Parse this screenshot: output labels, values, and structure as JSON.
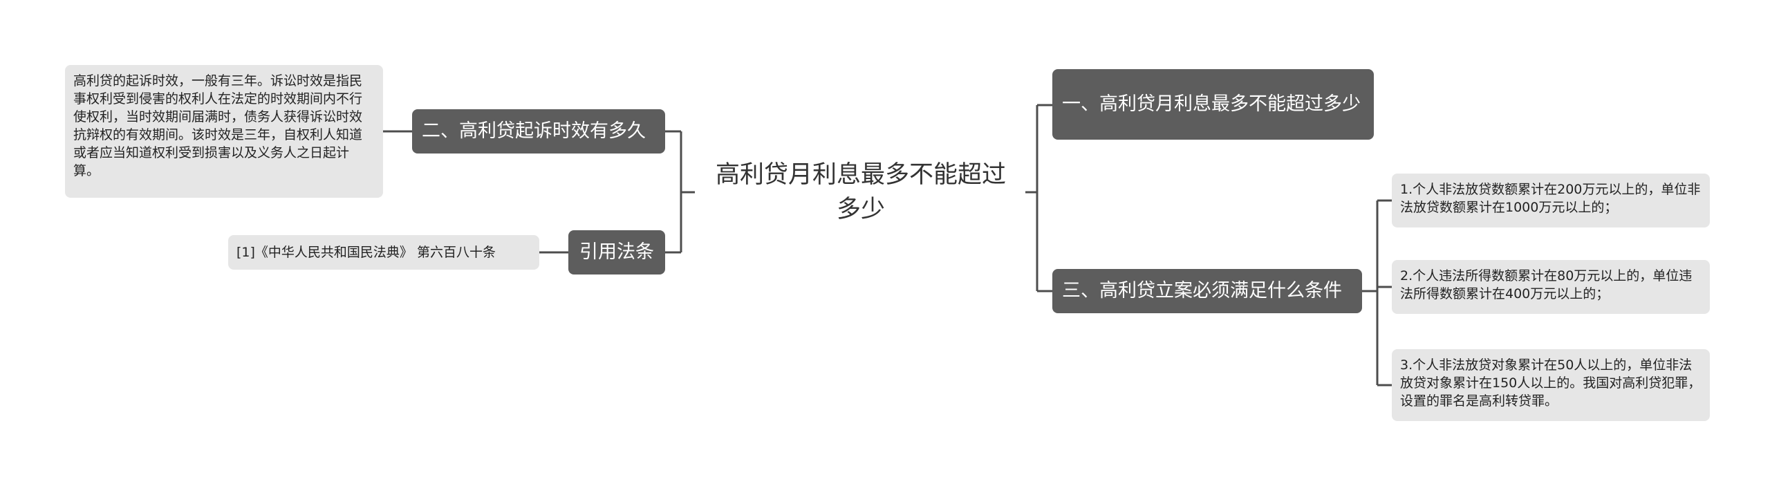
{
  "mindmap": {
    "root": {
      "title": "高利贷月利息最多不能超过多少"
    },
    "right_branches": [
      {
        "label": "一、高利贷月利息最多不能超过多少"
      },
      {
        "label": "三、高利贷立案必须满足什么条件",
        "children": [
          "1.个人非法放贷数额累计在200万元以上的，单位非法放贷数额累计在1000万元以上的；",
          "2.个人违法所得数额累计在80万元以上的，单位违法所得数额累计在400万元以上的；",
          "3.个人非法放贷对象累计在50人以上的，单位非法放贷对象累计在150人以上的。我国对高利贷犯罪，设置的罪名是高利转贷罪。"
        ]
      }
    ],
    "left_branches": [
      {
        "label": "二、高利贷起诉时效有多久",
        "children": [
          "高利贷的起诉时效，一般有三年。诉讼时效是指民事权利受到侵害的权利人在法定的时效期间内不行使权利，当时效期间届满时，债务人获得诉讼时效抗辩权的有效期间。该时效是三年，自权利人知道或者应当知道权利受到损害以及义务人之日起计算。"
        ]
      },
      {
        "label": "引用法条",
        "children": [
          "[1]《中华人民共和国民法典》 第六百八十条"
        ]
      }
    ]
  }
}
